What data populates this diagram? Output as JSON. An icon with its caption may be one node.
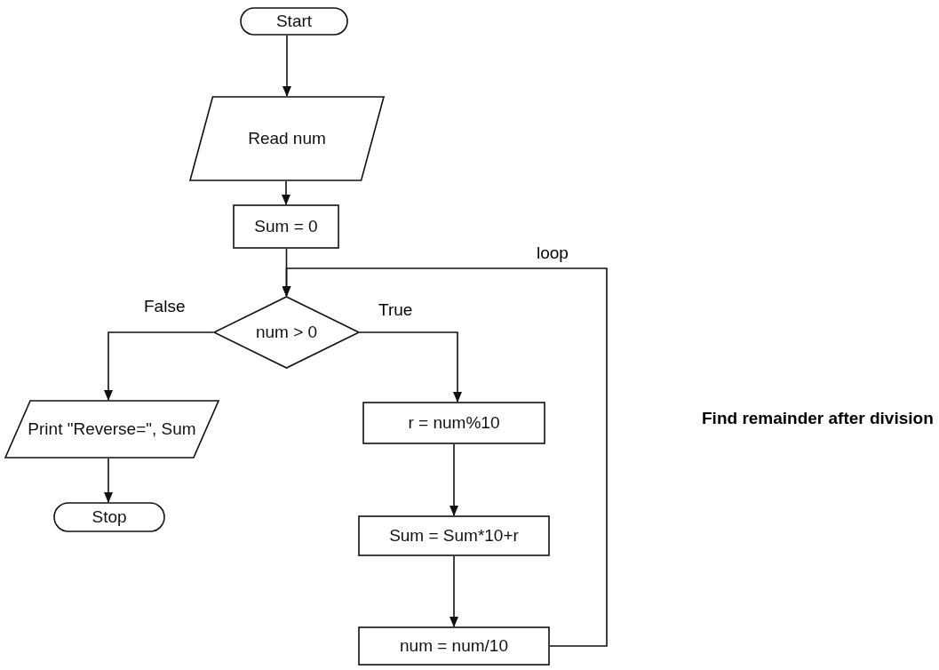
{
  "diagram": {
    "nodes": [
      {
        "text": [
          "Start"
        ]
      },
      {
        "text": [
          "Read num"
        ]
      },
      {
        "text": [
          "Sum = 0"
        ]
      },
      {
        "text": [
          "num > 0"
        ]
      },
      {
        "text": [
          "Print \"Reverse=\", Sum"
        ]
      },
      {
        "text": [
          "r = num%10"
        ]
      },
      {
        "text": [
          "Sum = Sum*10+r"
        ]
      },
      {
        "text": [
          "num = num/10"
        ]
      },
      {
        "text": [
          "Stop"
        ]
      }
    ],
    "edges": [
      {
        "from": 0,
        "to": 1,
        "arrow": "to"
      },
      {
        "from": 1,
        "to": 2,
        "arrow": "to"
      },
      {
        "from": 2,
        "to": 3,
        "arrow": "to"
      },
      {
        "from": 3,
        "to": 4,
        "arrow": "to",
        "label": "False"
      },
      {
        "from": 3,
        "to": 5,
        "arrow": "to",
        "label": "True"
      },
      {
        "from": 5,
        "to": 6,
        "arrow": "to"
      },
      {
        "from": 6,
        "to": 7,
        "arrow": "to"
      },
      {
        "from": 7,
        "to": 3,
        "arrow": "to",
        "label": "loop"
      },
      {
        "from": 4,
        "to": 8,
        "arrow": "to"
      }
    ],
    "labels": [
      "Find remainder after division"
    ]
  }
}
